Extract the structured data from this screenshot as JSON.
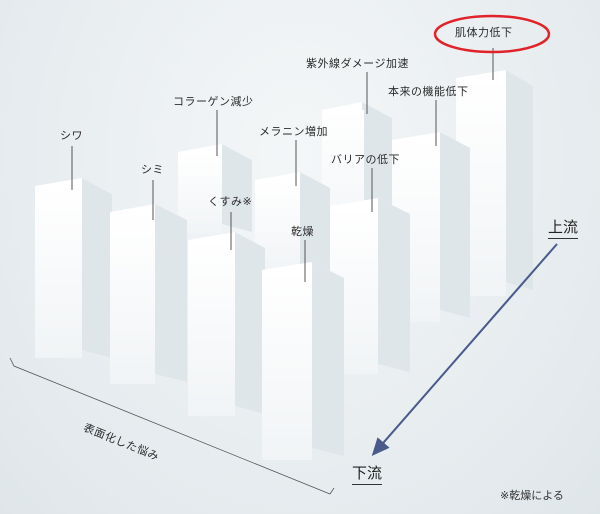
{
  "labels": {
    "shiwa": "シワ",
    "shimi": "シミ",
    "kusumi": "くすみ※",
    "kansou": "乾燥",
    "collagen": "コラーゲン減少",
    "melanin": "メラニン増加",
    "barrier": "バリアの低下",
    "uv": "紫外線ダメージ加速",
    "original": "本来の機能低下",
    "skin_power": "肌体力低下"
  },
  "axis": {
    "upstream": "上流",
    "downstream": "下流",
    "surface_concerns": "表面化した悩み"
  },
  "footnote": "※乾燥による",
  "colors": {
    "highlight_ellipse": "#e0232b",
    "block_face": "#fbfcfd",
    "block_side": "#dce3e7",
    "arrow": "#4a5a8a"
  }
}
